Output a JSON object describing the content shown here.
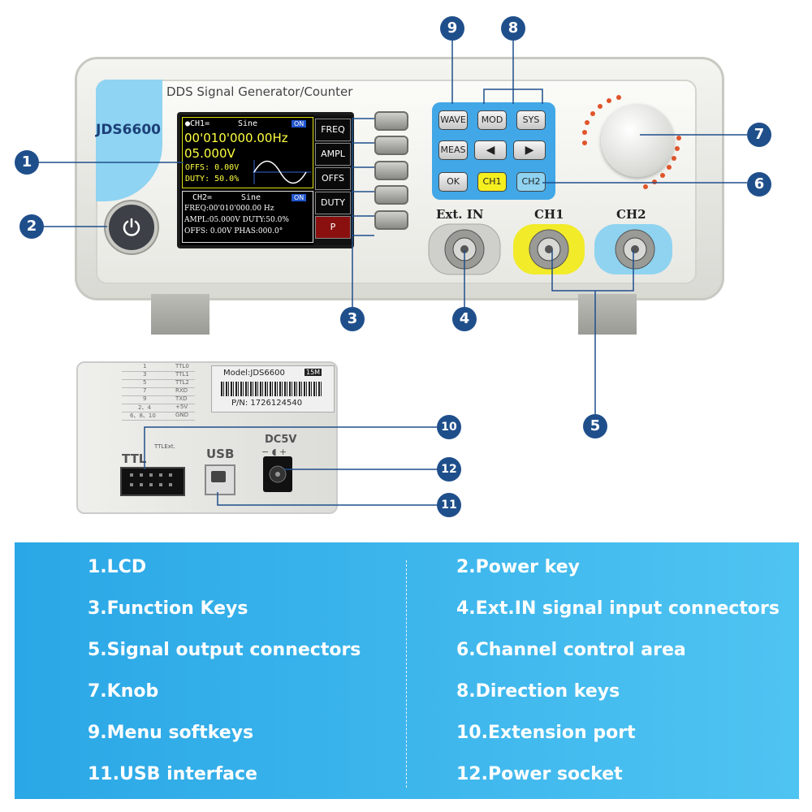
{
  "device": {
    "header_title": "DDS Signal Generator/Counter",
    "model_label": "JDS6600",
    "lcd": {
      "ch1_title": "●CH1=",
      "ch1_wave": "Sine",
      "ch1_on": "ON",
      "ch1_freq": "00'010'000.00Hz",
      "ch1_ampl": "05.000V",
      "ch1_offs": "OFFS: 0.00V",
      "ch1_duty": "DUTY: 50.0%",
      "ch2_title": "CH2=",
      "ch2_wave": "Sine",
      "ch2_on": "ON",
      "ch2_freq": "FREQ:00'010'000.00 Hz",
      "ch2_ampl": "AMPL:05.000V DUTY:50.0%",
      "ch2_offs": "OFFS: 0.00V PHAS:000.0°"
    },
    "lcd_menu": [
      "FREQ",
      "AMPL",
      "OFFS",
      "DUTY",
      "P"
    ],
    "pad_keys": {
      "wave": "WAVE",
      "mod": "MOD",
      "sys": "SYS",
      "meas": "MEAS",
      "left": "◀",
      "right": "▶",
      "ok": "OK",
      "ch1": "CH1",
      "ch2": "CH2"
    },
    "connectors": {
      "ext_in": "Ext. IN",
      "ch1": "CH1",
      "ch2": "CH2"
    }
  },
  "back_panel": {
    "pin_table": [
      [
        "1",
        "TTL0"
      ],
      [
        "3",
        "TTL1"
      ],
      [
        "5",
        "TTL2"
      ],
      [
        "7",
        "RXD"
      ],
      [
        "9",
        "TXD"
      ],
      [
        "2、4",
        "+5V"
      ],
      [
        "6、8、10",
        "GND"
      ]
    ],
    "model_tag": "Model:JDS6600",
    "model_suffix": "15M",
    "pn": "P/N: 1726124540",
    "ttl_label": "TTL",
    "ttl_ext": "TTLExt.",
    "usb_label": "USB",
    "dc_label": "DC5V",
    "dc_polarity": "−  ◖  +"
  },
  "callouts": [
    "1",
    "2",
    "3",
    "4",
    "5",
    "6",
    "7",
    "8",
    "9",
    "10",
    "11",
    "12"
  ],
  "legend": {
    "left": [
      "1.LCD",
      "3.Function Keys",
      "5.Signal output connectors",
      "7.Knob",
      "9.Menu softkeys",
      "11.USB interface"
    ],
    "right": [
      "2.Power key",
      "4.Ext.IN signal input connectors",
      "6.Channel control area",
      "8.Direction keys",
      "10.Extension port",
      "12.Power socket"
    ]
  },
  "colors": {
    "callout": "#1f4f8b",
    "legend_bg": "#2aa7e6",
    "ch1_ring": "#f1eb2a",
    "ch2_ring": "#8fd3f0"
  }
}
